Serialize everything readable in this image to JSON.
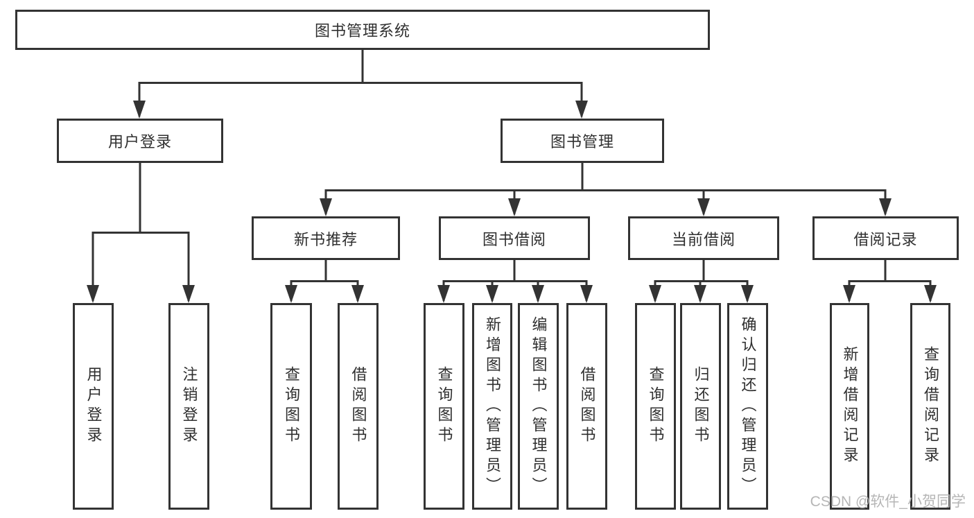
{
  "diagram": {
    "root": {
      "label": "图书管理系统"
    },
    "level1": [
      {
        "label": "用户登录"
      },
      {
        "label": "图书管理"
      }
    ],
    "level2": [
      {
        "label": "新书推荐"
      },
      {
        "label": "图书借阅"
      },
      {
        "label": "当前借阅"
      },
      {
        "label": "借阅记录"
      }
    ],
    "leaves": [
      {
        "label": "用户登录"
      },
      {
        "label": "注销登录"
      },
      {
        "label": "查询图书"
      },
      {
        "label": "借阅图书"
      },
      {
        "label": "查询图书"
      },
      {
        "label": "新增图书（管理员）"
      },
      {
        "label": "编辑图书（管理员）"
      },
      {
        "label": "借阅图书"
      },
      {
        "label": "查询图书"
      },
      {
        "label": "归还图书"
      },
      {
        "label": "确认归还（管理员）"
      },
      {
        "label": "新增借阅记录"
      },
      {
        "label": "查询借阅记录"
      }
    ]
  },
  "watermark": {
    "text": "CSDN @软件_小贺同学"
  },
  "colors": {
    "line": "#333333",
    "text": "#2f2f2f",
    "box_background": "#ffffff",
    "watermark": "#b2b2b2"
  }
}
